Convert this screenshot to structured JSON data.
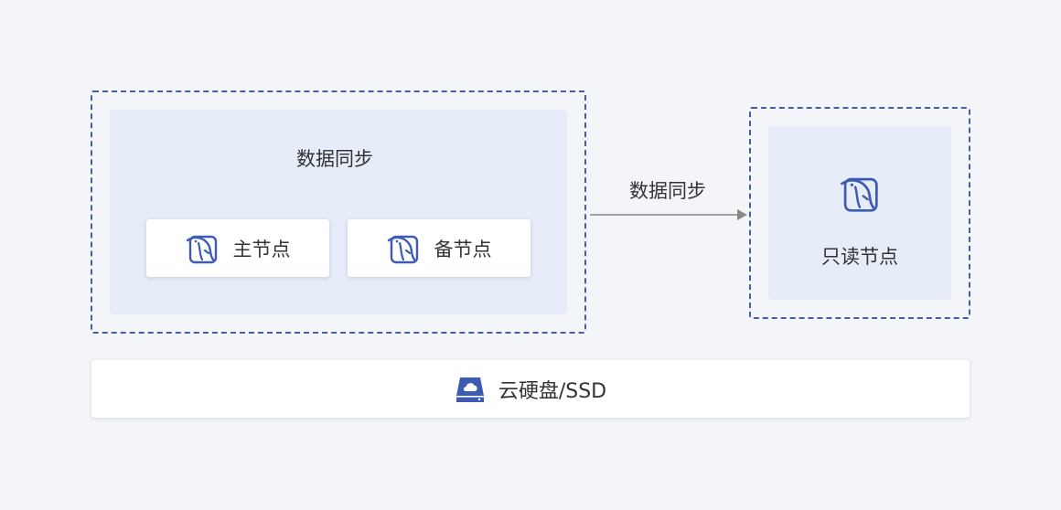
{
  "primary_cluster": {
    "sync_label": "数据同步",
    "primary_node": {
      "label": "主节点",
      "icon": "mysql-dolphin-icon"
    },
    "standby_node": {
      "label": "备节点",
      "icon": "mysql-dolphin-icon"
    }
  },
  "replication": {
    "sync_label": "数据同步"
  },
  "readonly_cluster": {
    "readonly_node": {
      "label": "只读节点",
      "icon": "mysql-dolphin-icon"
    }
  },
  "storage": {
    "label": "云硬盘/SSD",
    "icon": "cloud-disk-icon"
  },
  "colors": {
    "background": "#f4f5f9",
    "dashed_border": "#3f5fb5",
    "panel": "#e6ecf8",
    "icon": "#3d5bb3",
    "connector": "#888888"
  }
}
